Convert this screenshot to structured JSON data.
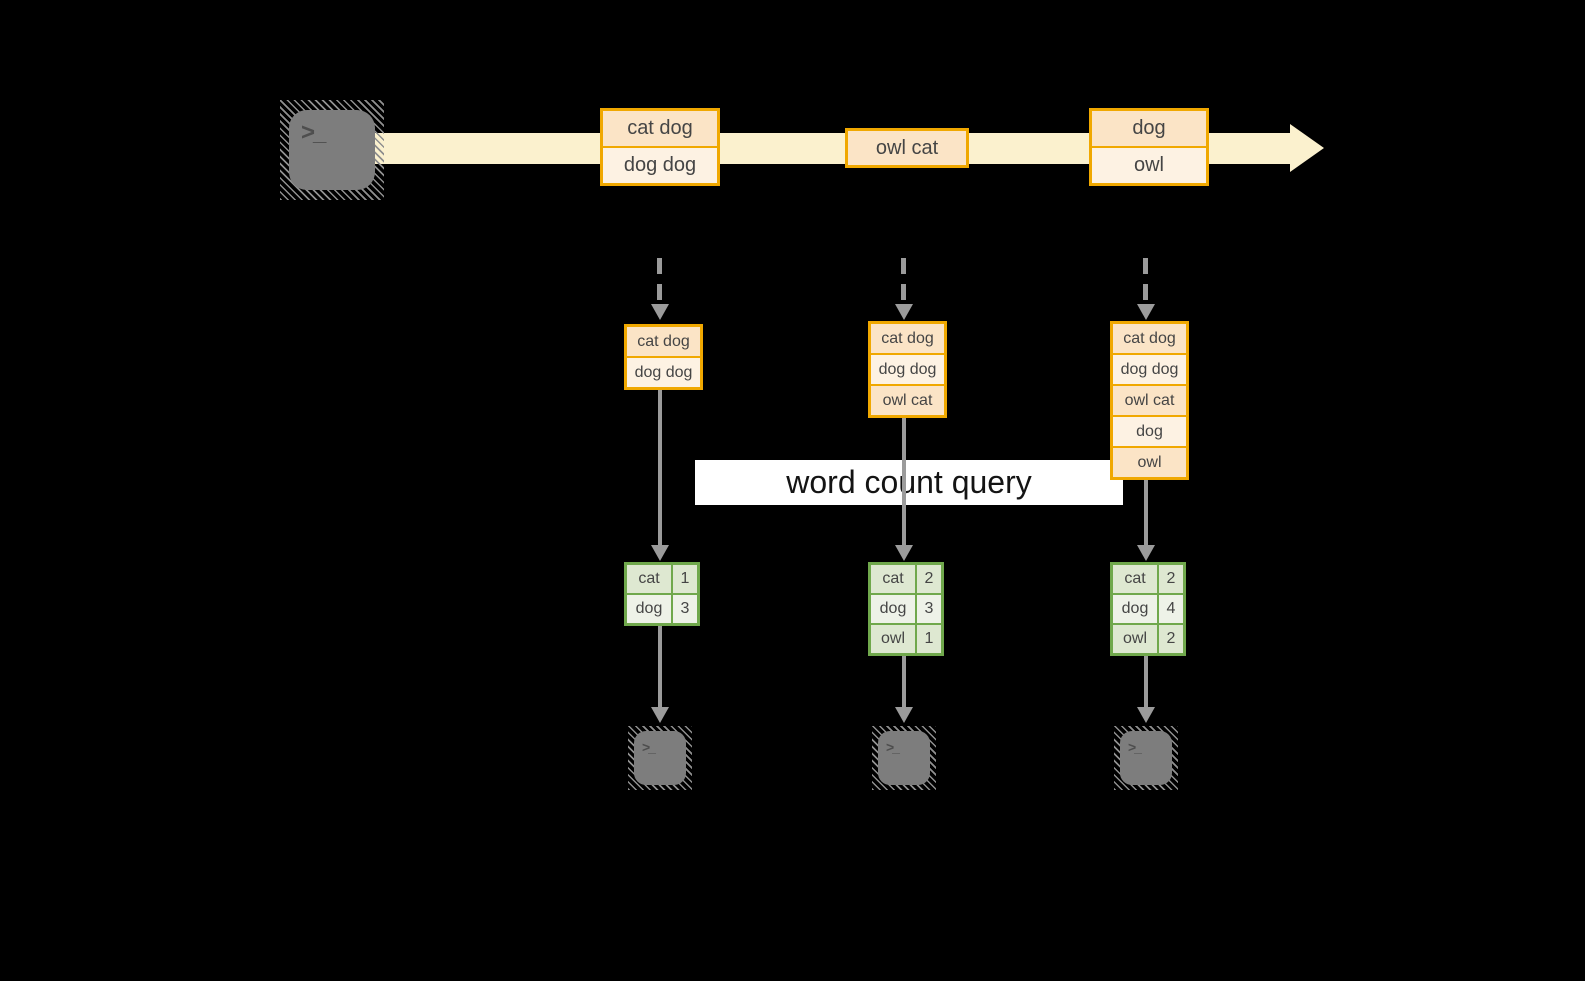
{
  "diagram": {
    "query_label": "word count query",
    "source_terminal": {
      "prompt": ">_"
    },
    "stream_events": [
      {
        "lines": [
          "cat dog",
          "dog dog"
        ]
      },
      {
        "lines": [
          "owl cat"
        ]
      },
      {
        "lines": [
          "dog",
          "owl"
        ]
      }
    ],
    "snapshots": [
      {
        "state": [
          "cat dog",
          "dog dog"
        ],
        "counts": [
          {
            "word": "cat",
            "count": "1"
          },
          {
            "word": "dog",
            "count": "3"
          }
        ],
        "terminal_prompt": ">_"
      },
      {
        "state": [
          "cat dog",
          "dog dog",
          "owl cat"
        ],
        "counts": [
          {
            "word": "cat",
            "count": "2"
          },
          {
            "word": "dog",
            "count": "3"
          },
          {
            "word": "owl",
            "count": "1"
          }
        ],
        "terminal_prompt": ">_"
      },
      {
        "state": [
          "cat dog",
          "dog dog",
          "owl cat",
          "dog",
          "owl"
        ],
        "counts": [
          {
            "word": "cat",
            "count": "2"
          },
          {
            "word": "dog",
            "count": "4"
          },
          {
            "word": "owl",
            "count": "2"
          }
        ],
        "terminal_prompt": ">_"
      }
    ],
    "colors": {
      "background": "#000000",
      "stream_band": "#FBF1CE",
      "event_border": "#F0A800",
      "event_fill_dark": "#FBE4C6",
      "event_fill_light": "#FDF2E3",
      "table_border": "#70A84C",
      "table_fill_dark": "#DEE8D1",
      "table_fill_light": "#EEF2E8",
      "arrow_gray": "#9B9B9B",
      "terminal_gray": "#7D7D7D",
      "label_bg": "#FFFFFF"
    }
  }
}
